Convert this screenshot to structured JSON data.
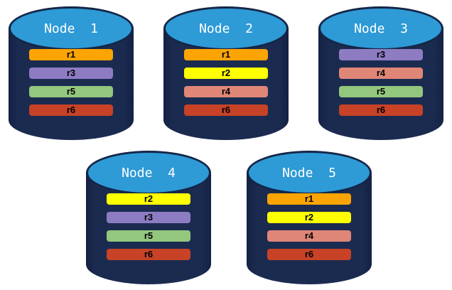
{
  "diagram": {
    "description": "Five database node cylinders holding replica bars"
  },
  "colors": {
    "background": "#FFFFFF",
    "cylinder_body": "#1B2B50",
    "cylinder_body_dark": "#142143",
    "cylinder_top": "#2E9AD6",
    "cylinder_outline": "#142647",
    "title_text": "#FFFFFF",
    "bar_text": "#000000"
  },
  "replica_colors": {
    "r1": "#FCA404",
    "r2": "#FFFF00",
    "r3": "#8E7CC3",
    "r4": "#DF8677",
    "r5": "#93C77D",
    "r6": "#C74227"
  },
  "icons": {
    "cylinder": "database-cylinder-icon"
  },
  "nodes": [
    {
      "title": "Node  1",
      "replicas": [
        "r1",
        "r3",
        "r5",
        "r6"
      ]
    },
    {
      "title": "Node  2",
      "replicas": [
        "r1",
        "r2",
        "r4",
        "r6"
      ]
    },
    {
      "title": "Node  3",
      "replicas": [
        "r3",
        "r4",
        "r5",
        "r6"
      ]
    },
    {
      "title": "Node  4",
      "replicas": [
        "r2",
        "r3",
        "r5",
        "r6"
      ]
    },
    {
      "title": "Node  5",
      "replicas": [
        "r1",
        "r2",
        "r4",
        "r6"
      ]
    }
  ]
}
